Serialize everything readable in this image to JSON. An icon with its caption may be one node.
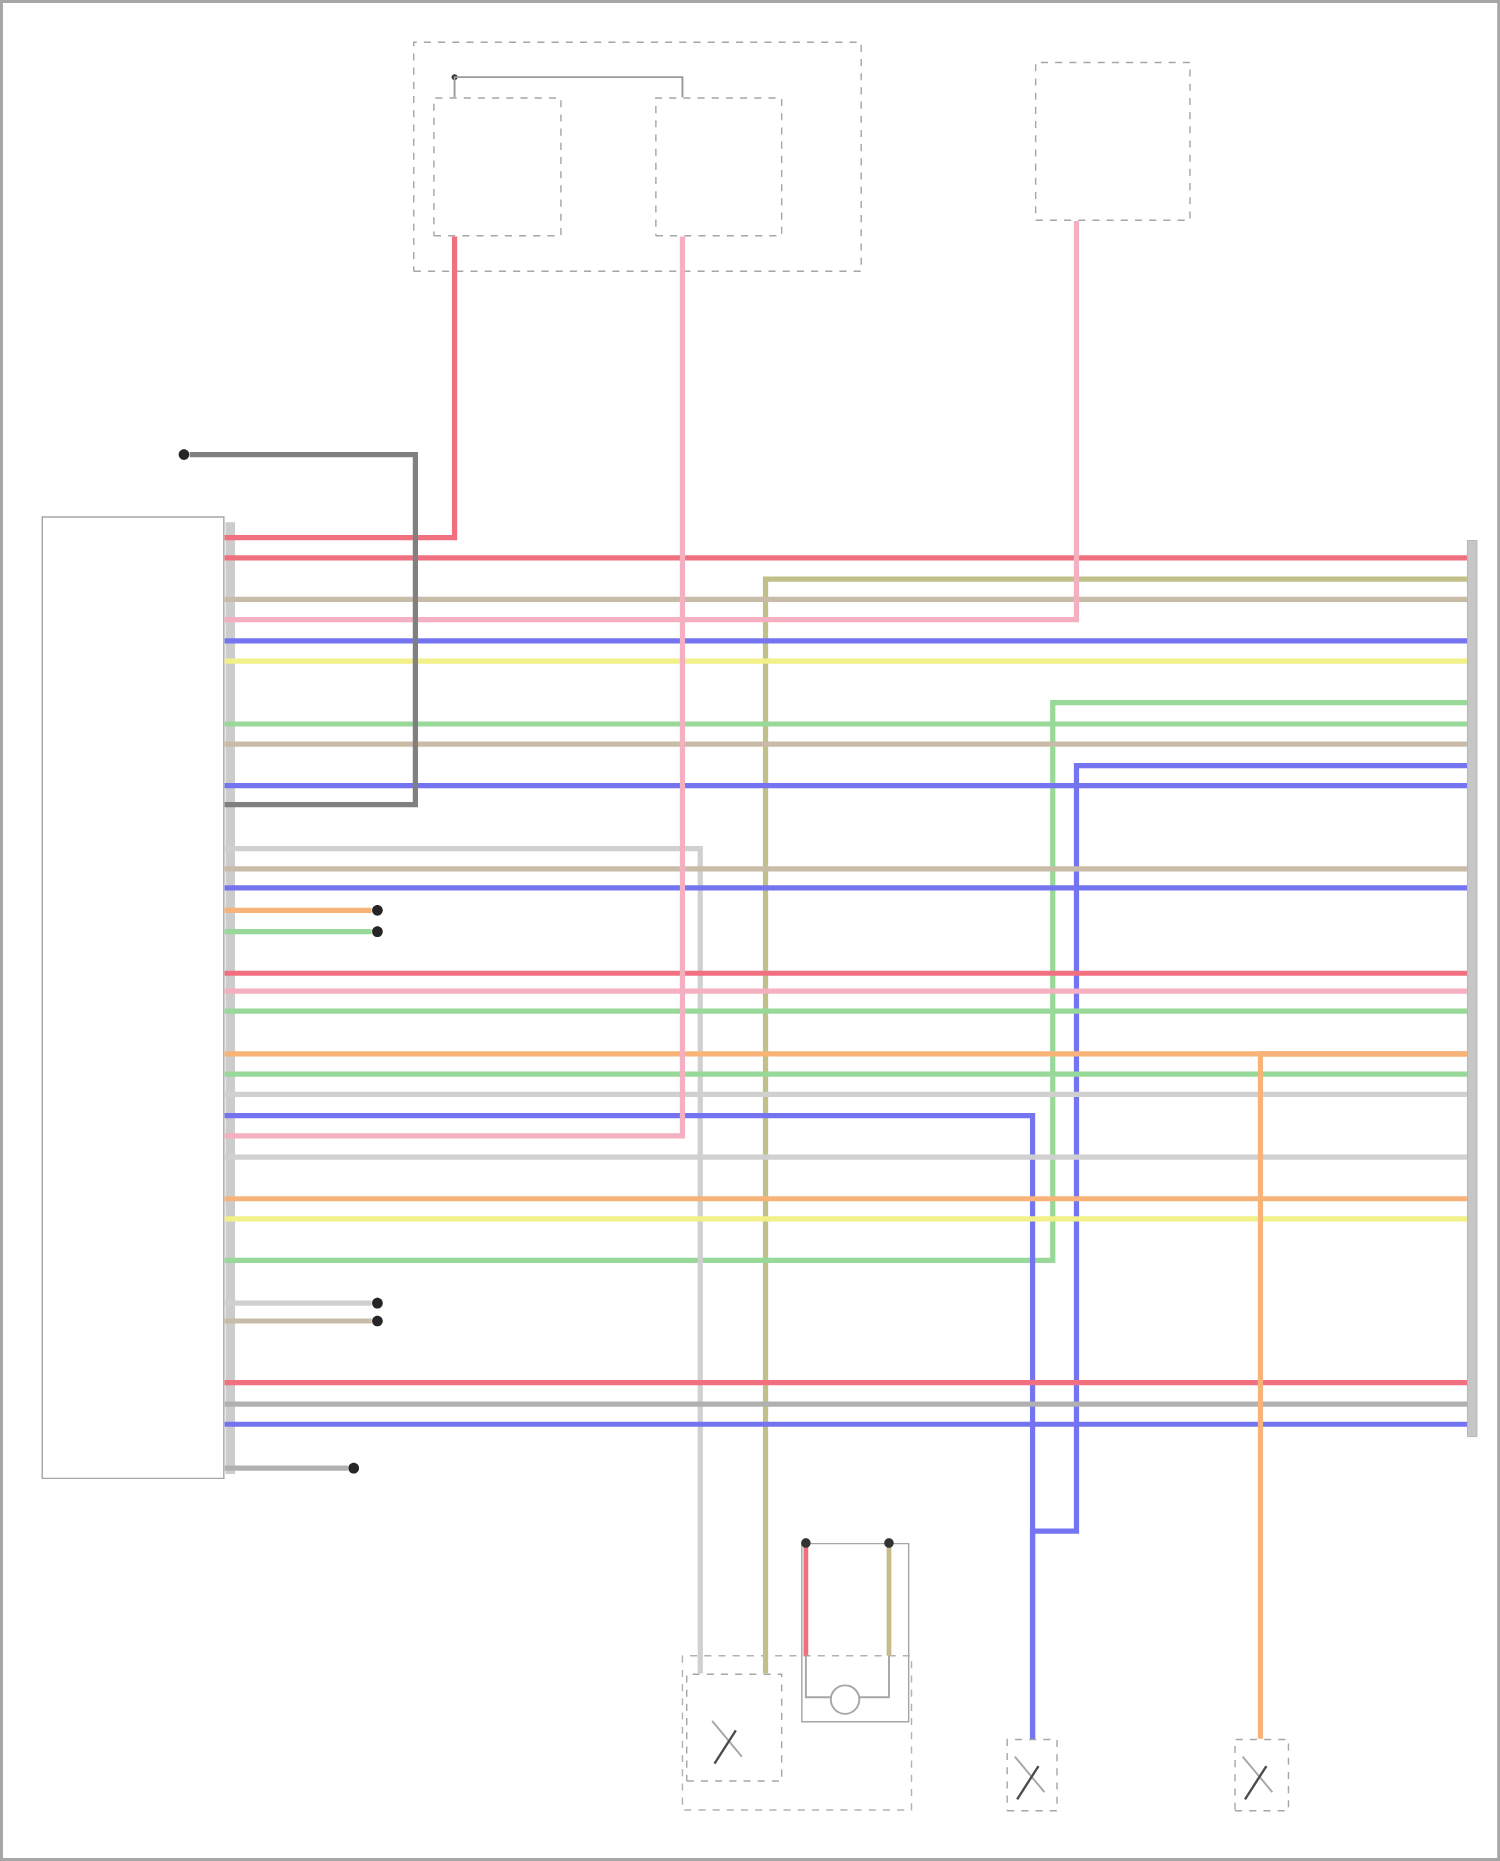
{
  "diagram": {
    "nodes": [
      {
        "text": [],
        "shape": "box"
      },
      {
        "text": [],
        "shape": "box",
        "in": 0
      },
      {
        "text": [],
        "shape": "box",
        "in": 0
      },
      {
        "text": [],
        "shape": "box"
      },
      {
        "text": [],
        "shape": "box"
      },
      {
        "text": [],
        "shape": "circle"
      },
      {
        "text": [],
        "shape": "bar"
      },
      {
        "text": [],
        "shape": "box"
      },
      {
        "text": [],
        "shape": "box"
      },
      {
        "text": [],
        "shape": "box"
      },
      {
        "text": [],
        "shape": "box"
      },
      {
        "text": [],
        "shape": "circle"
      },
      {
        "text": [],
        "shape": "circle"
      },
      {
        "text": [],
        "shape": "circle"
      },
      {
        "text": [],
        "shape": "circle"
      },
      {
        "text": [],
        "shape": "circle"
      }
    ],
    "edges": [
      {
        "from": 4,
        "to": 1,
        "arrow": "none",
        "color": "#f07080"
      },
      {
        "from": 4,
        "to": 6,
        "arrow": "none",
        "color": "#f07080"
      },
      {
        "from": 6,
        "to": 7,
        "arrow": "none",
        "color": "#c0c088"
      },
      {
        "from": 4,
        "to": 6,
        "arrow": "none",
        "color": "#c8bca8"
      },
      {
        "from": 4,
        "to": 3,
        "arrow": "none",
        "color": "#f4b0c0"
      },
      {
        "from": 4,
        "to": 6,
        "arrow": "none",
        "color": "#7474f0"
      },
      {
        "from": 4,
        "to": 6,
        "arrow": "none",
        "color": "#f2f088"
      },
      {
        "from": 6,
        "to": 4,
        "arrow": "none",
        "color": "#98d898"
      },
      {
        "from": 4,
        "to": 6,
        "arrow": "none",
        "color": "#98d898"
      },
      {
        "from": 4,
        "to": 6,
        "arrow": "none",
        "color": "#c8bca8"
      },
      {
        "from": 6,
        "to": 9,
        "arrow": "none",
        "color": "#7474f0"
      },
      {
        "from": 4,
        "to": 6,
        "arrow": "none",
        "color": "#7474f0"
      },
      {
        "from": 4,
        "to": 5,
        "arrow": "none",
        "color": "#808080"
      },
      {
        "from": 4,
        "to": 7,
        "arrow": "none",
        "color": "#d0d0d0"
      },
      {
        "from": 4,
        "to": 6,
        "arrow": "none",
        "color": "#c8bca8"
      },
      {
        "from": 4,
        "to": 6,
        "arrow": "none",
        "color": "#7474f0"
      },
      {
        "from": 4,
        "to": 11,
        "arrow": "none",
        "color": "#f8b478"
      },
      {
        "from": 4,
        "to": 12,
        "arrow": "none",
        "color": "#98d898"
      },
      {
        "from": 4,
        "to": 6,
        "arrow": "none",
        "color": "#f07080"
      },
      {
        "from": 4,
        "to": 6,
        "arrow": "none",
        "color": "#f4b0c0"
      },
      {
        "from": 4,
        "to": 6,
        "arrow": "none",
        "color": "#98d898"
      },
      {
        "from": 4,
        "to": 6,
        "arrow": "none",
        "color": "#f8b478"
      },
      {
        "from": 4,
        "to": 6,
        "arrow": "none",
        "color": "#98d898"
      },
      {
        "from": 4,
        "to": 6,
        "arrow": "none",
        "color": "#d0d0d0"
      },
      {
        "from": 4,
        "to": 9,
        "arrow": "none",
        "color": "#7474f0"
      },
      {
        "from": 4,
        "to": 2,
        "arrow": "none",
        "color": "#f4b0c0"
      },
      {
        "from": 4,
        "to": 6,
        "arrow": "none",
        "color": "#d0d0d0"
      },
      {
        "from": 4,
        "to": 6,
        "arrow": "none",
        "color": "#f8b478"
      },
      {
        "from": 4,
        "to": 6,
        "arrow": "none",
        "color": "#f2f088"
      },
      {
        "from": 4,
        "to": 13,
        "arrow": "none",
        "color": "#d0d0d0"
      },
      {
        "from": 4,
        "to": 14,
        "arrow": "none",
        "color": "#c8bca8"
      },
      {
        "from": 4,
        "to": 6,
        "arrow": "none",
        "color": "#f07080"
      },
      {
        "from": 4,
        "to": 6,
        "arrow": "none",
        "color": "#b0b0b0"
      },
      {
        "from": 4,
        "to": 6,
        "arrow": "none",
        "color": "#7474f0"
      },
      {
        "from": 4,
        "to": 15,
        "arrow": "none",
        "color": "#b0b0b0"
      },
      {
        "from": 6,
        "to": 10,
        "arrow": "none",
        "color": "#f8b478"
      },
      {
        "from": 1,
        "to": 2,
        "arrow": "none",
        "color": "#999999"
      }
    ]
  }
}
